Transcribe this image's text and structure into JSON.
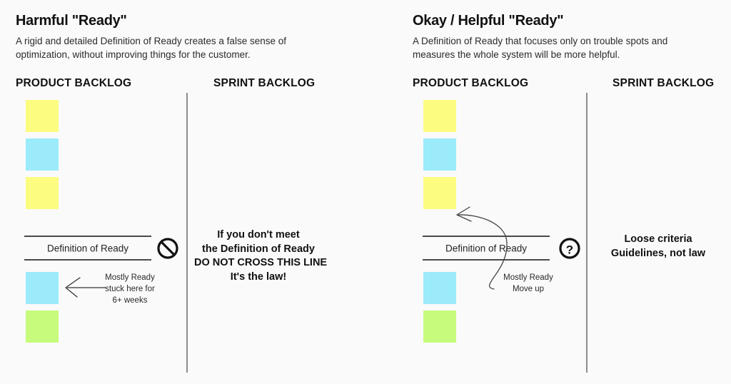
{
  "background_color": "#fafafa",
  "colors": {
    "note_yellow": "#FCFC80",
    "note_blue": "#9CEBFB",
    "note_green": "#C6FB7C",
    "divider": "#8c8c8c",
    "line": "#4a4a4a",
    "text": "#111111"
  },
  "panels": [
    {
      "id": "harmful",
      "title": "Harmful \"Ready\"",
      "description": "A rigid and detailed Definition of Ready creates a false sense of optimization, without improving things for the customer.",
      "product_backlog_header": "PRODUCT BACKLOG",
      "sprint_backlog_header": "SPRINT BACKLOG",
      "dor_label": "Definition of Ready",
      "icon": "no-entry-icon",
      "notes_above": [
        {
          "color": "#FCFC80",
          "name": "note-yellow-1"
        },
        {
          "color": "#9CEBFB",
          "name": "note-blue-1"
        },
        {
          "color": "#FCFC80",
          "name": "note-yellow-2"
        }
      ],
      "notes_below": [
        {
          "color": "#9CEBFB",
          "name": "note-blue-2"
        },
        {
          "color": "#C6FB7C",
          "name": "note-green-1"
        }
      ],
      "annotation_lines": [
        "Mostly Ready",
        "stuck here for",
        "6+ weeks"
      ],
      "arrow": "straight-left-arrow",
      "sprint_callout_lines": [
        "If you don't meet",
        "the Definition of Ready",
        "DO NOT CROSS THIS LINE",
        "It's the law!"
      ]
    },
    {
      "id": "helpful",
      "title": "Okay / Helpful \"Ready\"",
      "description": "A Definition of Ready that focuses only on trouble spots and measures the whole system will be more helpful.",
      "product_backlog_header": "PRODUCT BACKLOG",
      "sprint_backlog_header": "SPRINT BACKLOG",
      "dor_label": "Definition of Ready",
      "icon": "question-mark-icon",
      "notes_above": [
        {
          "color": "#FCFC80",
          "name": "note-yellow-1"
        },
        {
          "color": "#9CEBFB",
          "name": "note-blue-1"
        },
        {
          "color": "#FCFC80",
          "name": "note-yellow-2"
        }
      ],
      "notes_below": [
        {
          "color": "#9CEBFB",
          "name": "note-blue-2"
        },
        {
          "color": "#C6FB7C",
          "name": "note-green-1"
        }
      ],
      "annotation_lines": [
        "Mostly Ready",
        "Move up"
      ],
      "arrow": "curved-up-arrow",
      "sprint_callout_lines": [
        "Loose criteria",
        "Guidelines, not law"
      ]
    }
  ]
}
